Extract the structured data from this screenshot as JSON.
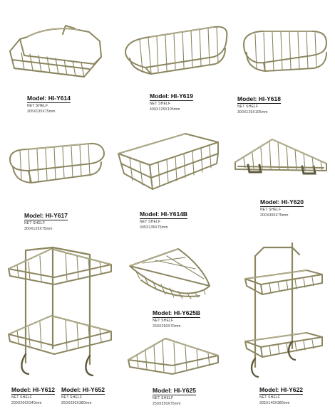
{
  "colors": {
    "brass": "#8c8660",
    "brass_highlight": "#c8c4a2",
    "brass_shadow": "#5e5a3e",
    "background": "#ffffff"
  },
  "products": [
    {
      "model": "Model: HI-Y614",
      "type": "NET SHELF",
      "size": "305X135X75mm"
    },
    {
      "model": "Model: HI-Y619",
      "type": "NET SHELF",
      "size": "400X125X105mm"
    },
    {
      "model": "Model: HI-Y618",
      "type": "NET SHELF",
      "size": "300X125X105mm"
    },
    {
      "model": "Model: HI-Y617",
      "type": "NET SHELF",
      "size": "300X125X75mm"
    },
    {
      "model": "Model: HI-Y614B",
      "type": "NET SHELF",
      "size": "305X135X75mm"
    },
    {
      "model": "Model: HI-Y620",
      "type": "NET SHELF",
      "size": "200X300X75mm"
    },
    {
      "model": "Model: HI-Y612",
      "type": "NET SHELF",
      "size": "200X200X340mm"
    },
    {
      "model": "Model: HI-Y652",
      "type": "NET SHELF",
      "size": "250X250X380mm"
    },
    {
      "model": "Model: HI-Y625B",
      "type": "NET SHELF",
      "size": "250X250X70mm"
    },
    {
      "model": "Model: HI-Y625",
      "type": "NET SHELF",
      "size": "250X250X75mm"
    },
    {
      "model": "Model: HI-Y622",
      "type": "NET SHELF",
      "size": "305X140X380mm"
    }
  ]
}
